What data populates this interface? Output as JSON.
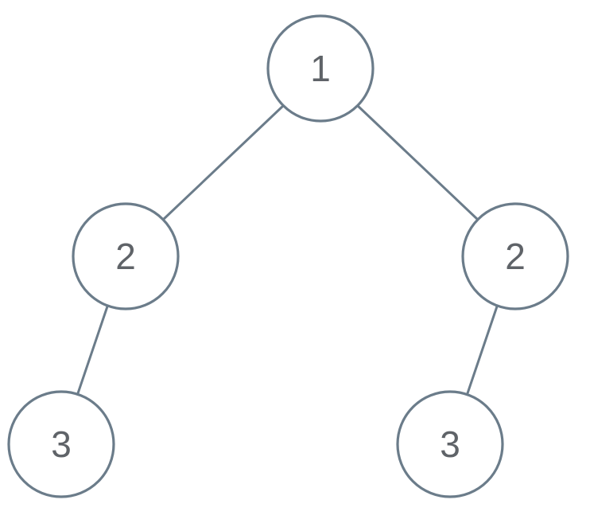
{
  "tree": {
    "nodes": [
      {
        "id": "n1",
        "label": "1"
      },
      {
        "id": "n2",
        "label": "2"
      },
      {
        "id": "n3",
        "label": "2"
      },
      {
        "id": "n4",
        "label": "3"
      },
      {
        "id": "n5",
        "label": "3"
      }
    ],
    "edges": [
      {
        "from": "n1",
        "to": "n2"
      },
      {
        "from": "n1",
        "to": "n3"
      },
      {
        "from": "n2",
        "to": "n4"
      },
      {
        "from": "n3",
        "to": "n5"
      }
    ],
    "colors": {
      "stroke": "#6b7c8a",
      "text": "#5f6368",
      "fill": "#ffffff"
    }
  }
}
